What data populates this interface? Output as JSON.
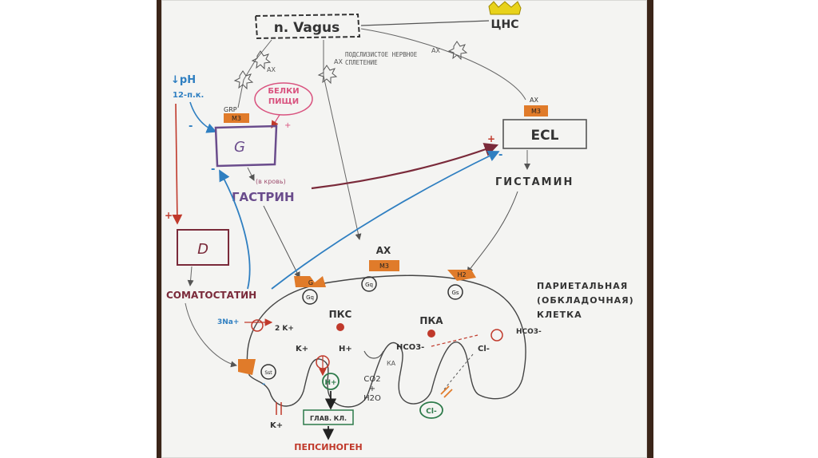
{
  "colors": {
    "paper": "#f4f4f2",
    "pencil": "#444444",
    "red": "#c0392b",
    "blue": "#2f7fc1",
    "purple": "#6a4c8c",
    "maroon": "#7a2a3a",
    "orange": "#e07b2a",
    "green": "#2d7a4a",
    "pink": "#d9537f",
    "crown": "#e8d21a"
  },
  "labels": {
    "vagus": "n. Vagus",
    "cns": "ЦНС",
    "ach1": "AX",
    "ach2": "AX",
    "ach3": "AX",
    "submucosal": "ПОДСЛИЗИСТОЕ НЕРВНОЕ СПЛЕТЕНИЕ",
    "ph": "↓pH",
    "duodenum": "12-п.к.",
    "food_proteins": "БЕЛКИ ПИЩИ",
    "grp": "GRP",
    "m3_g": "M3",
    "g_cell": "G",
    "ach_ecl": "AX",
    "m3_ecl": "M3",
    "ecl": "ECL",
    "into_blood": "(в кровь)",
    "gastrin": "ГАСТРИН",
    "histamine": "ГИСТАМИН",
    "d_cell": "D",
    "somatostatin": "СОМАТОСТАТИН",
    "ach_parietal": "AX",
    "m3_parietal": "M3",
    "g_receptor": "G",
    "gq1": "Gq",
    "gq2": "Gq",
    "h2_receptor": "H2",
    "gs": "Gs",
    "pkc": "ПКС",
    "pka": "ПКА",
    "parietal_cell": "ПАРИЕТАЛЬНАЯ (ОБКЛАДОЧНАЯ) КЛЕТКА",
    "na_k": "3Na+",
    "k_out": "2 K+",
    "k_plus": "K+",
    "h_plus": "H+",
    "hco3": "HCO3-",
    "hco3_out": "HCO3-",
    "cl_in": "Cl-",
    "ka": "КА",
    "co2": "CO2",
    "plus": "+",
    "h2o": "H2O",
    "h_lumen": "H+",
    "hcl": "ГЛАВ. КЛ.",
    "k_bottom": "K+",
    "cl_lumen": "Cl-",
    "pepsinogen": "ПЕПСИНОГЕН",
    "sst": "Sst"
  },
  "signs": {
    "minus": "-",
    "plus": "+"
  }
}
